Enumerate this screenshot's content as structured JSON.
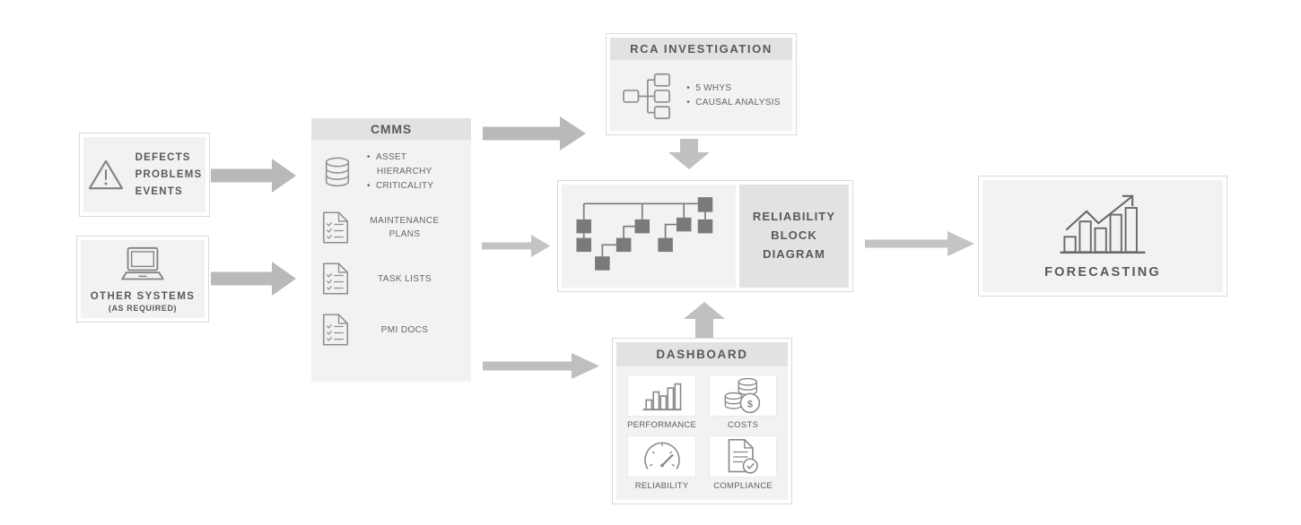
{
  "colors": {
    "background": "#ffffff",
    "box_fill": "#f2f2f2",
    "header_fill": "#e2e2e2",
    "border": "#d9d9d9",
    "arrow_thick": "#b9b9b9",
    "arrow_thin": "#c4c4c4",
    "arrow_vertical": "#c0c0c0",
    "text": "#595959",
    "icon_stroke": "#8f8f8f",
    "block_square": "#7a7a7a"
  },
  "nodes": {
    "defects": {
      "icon": "warning-triangle",
      "lines": [
        "DEFECTS",
        "PROBLEMS",
        "EVENTS"
      ]
    },
    "other_systems": {
      "icon": "laptop",
      "title": "OTHER SYSTEMS",
      "subtitle": "(AS REQUIRED)"
    },
    "cmms": {
      "title": "CMMS",
      "items": [
        {
          "icon": "database",
          "bullets": [
            "ASSET HIERARCHY",
            "CRITICALITY"
          ]
        },
        {
          "icon": "checklist-document",
          "label": "MAINTENANCE PLANS"
        },
        {
          "icon": "checklist-document",
          "label": "TASK LISTS"
        },
        {
          "icon": "checklist-document",
          "label": "PMI DOCS"
        }
      ]
    },
    "rca": {
      "title": "RCA INVESTIGATION",
      "icon": "tree-diagram",
      "bullets": [
        "5 WHYS",
        "CAUSAL ANALYSIS"
      ]
    },
    "reliability_block_diagram": {
      "icon": "block-diagram",
      "lines": [
        "RELIABILITY",
        "BLOCK",
        "DIAGRAM"
      ]
    },
    "dashboard": {
      "title": "DASHBOARD",
      "tiles": [
        {
          "icon": "bar-chart",
          "label": "PERFORMANCE"
        },
        {
          "icon": "coins-dollar",
          "label": "COSTS"
        },
        {
          "icon": "gauge",
          "label": "RELIABILITY"
        },
        {
          "icon": "document-check",
          "label": "COMPLIANCE"
        }
      ]
    },
    "forecasting": {
      "icon": "trend-bar-chart",
      "label": "FORECASTING"
    }
  },
  "icons": {
    "dollar_symbol": "$"
  }
}
